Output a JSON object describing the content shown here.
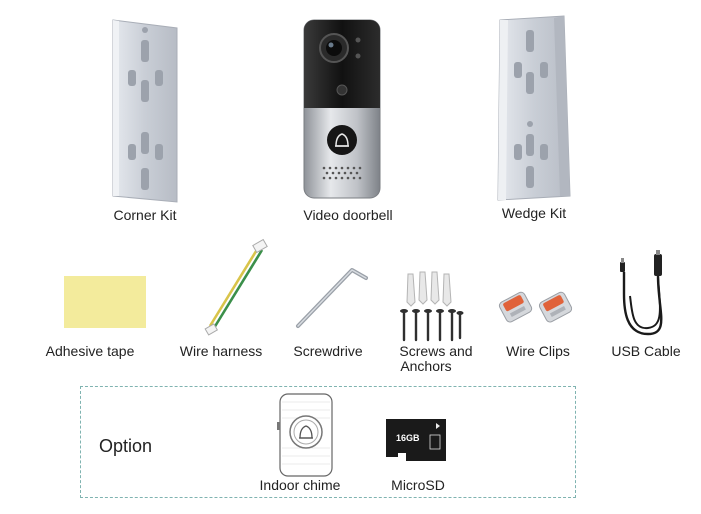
{
  "items": {
    "corner_kit": "Corner Kit",
    "video_doorbell": "Video doorbell",
    "wedge_kit": "Wedge Kit",
    "adhesive_tape": "Adhesive tape",
    "wire_harness": "Wire harness",
    "screwdrive": "Screwdrive",
    "screws_line1": "Screws and",
    "screws_line2": "Anchors",
    "wire_clips": "Wire Clips",
    "usb_cable": "USB Cable"
  },
  "option": {
    "title": "Option",
    "indoor_chime": "Indoor chime",
    "microsd": "MicroSD",
    "microsd_card_text": "16GB"
  },
  "colors": {
    "bracket": "#cfd3db",
    "doorbell_top": "#1b1b1b",
    "doorbell_bottom": "#b9bcc1",
    "tape": "#f3eb9c",
    "dashed_border": "#7fb3b0",
    "clip_orange": "#e0623a"
  },
  "icons": [
    "corner-kit-icon",
    "video-doorbell-icon",
    "wedge-kit-icon",
    "adhesive-tape-icon",
    "wire-harness-icon",
    "screwdriver-icon",
    "screws-anchors-icon",
    "wire-clips-icon",
    "usb-cable-icon",
    "indoor-chime-icon",
    "microsd-icon"
  ]
}
